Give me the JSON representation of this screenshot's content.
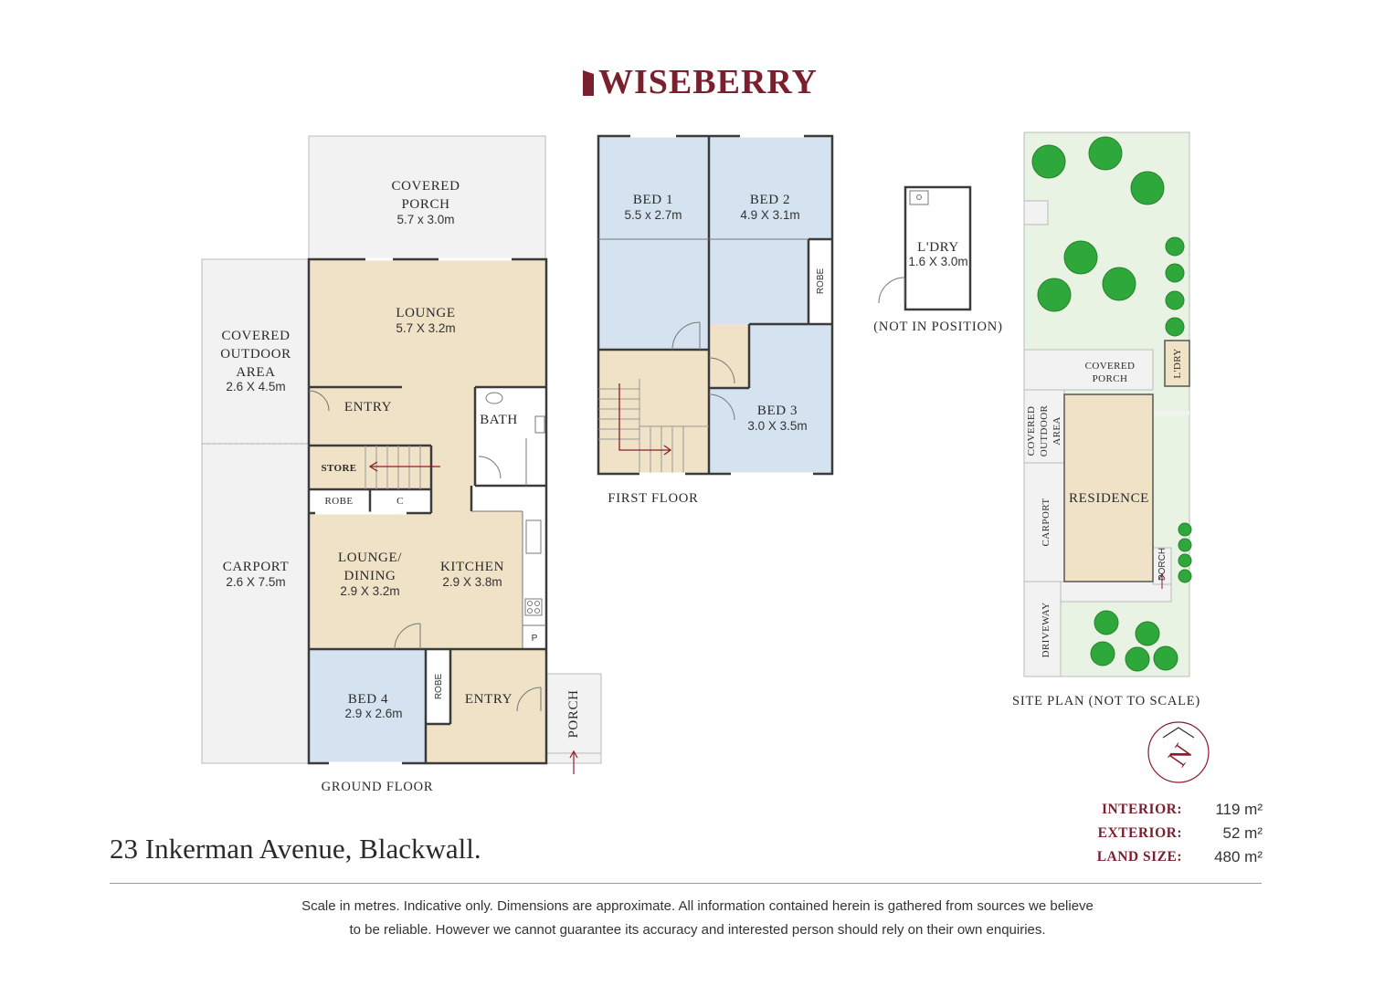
{
  "brand": {
    "name": "WISEBERRY",
    "color": "#7a1f2e"
  },
  "colors": {
    "room_tan": "#efe2c6",
    "room_blue": "#d5e3f0",
    "exterior_grey": "#f2f2f2",
    "site_green": "#e9f3e3",
    "tree_green": "#2fa83b",
    "accent_red": "#8b1c2c"
  },
  "ground_floor": {
    "caption": "GROUND FLOOR",
    "covered_porch": {
      "name": "COVERED",
      "name2": "PORCH",
      "dim": "5.7 x 3.0m"
    },
    "covered_outdoor": {
      "name": "COVERED",
      "name2": "OUTDOOR",
      "name3": "AREA",
      "dim": "2.6 X 4.5m"
    },
    "carport": {
      "name": "CARPORT",
      "dim": "2.6 X 7.5m"
    },
    "lounge": {
      "name": "LOUNGE",
      "dim": "5.7 X 3.2m"
    },
    "entry_top": "ENTRY",
    "bath": "BATH",
    "store": "STORE",
    "robe": "ROBE",
    "c": "C",
    "lounge_dining": {
      "name": "LOUNGE/",
      "name2": "DINING",
      "dim": "2.9 X 3.2m"
    },
    "kitchen": {
      "name": "KITCHEN",
      "dim": "2.9 X 3.8m"
    },
    "pantry": "P",
    "bed4": {
      "name": "BED 4",
      "dim": "2.9 x 2.6m"
    },
    "bed4_robe": "ROBE",
    "entry_bottom": "ENTRY",
    "porch": "PORCH"
  },
  "first_floor": {
    "caption": "FIRST FLOOR",
    "bed1": {
      "name": "BED 1",
      "dim": "5.5 x 2.7m"
    },
    "bed2": {
      "name": "BED 2",
      "dim": "4.9 X 3.1m"
    },
    "robe": "ROBE",
    "bed3": {
      "name": "BED 3",
      "dim": "3.0 X 3.5m"
    }
  },
  "laundry": {
    "name": "L'DRY",
    "dim": "1.6 X 3.0m",
    "note": "(NOT IN POSITION)"
  },
  "site_plan": {
    "caption": "SITE PLAN (NOT TO SCALE)",
    "covered_porch": "COVERED",
    "covered_porch2": "PORCH",
    "ldry": "L'DRY",
    "covered_outdoor": "COVERED",
    "covered_outdoor2": "OUTDOOR",
    "covered_outdoor3": "AREA",
    "residence": "RESIDENCE",
    "carport": "CARPORT",
    "porch": "PORCH",
    "driveway": "DRIVEWAY"
  },
  "compass": {
    "label": "N"
  },
  "areas": [
    {
      "label": "INTERIOR:",
      "value": "119 m²"
    },
    {
      "label": "EXTERIOR:",
      "value": "52 m²"
    },
    {
      "label": "LAND SIZE:",
      "value": "480 m²"
    }
  ],
  "address": "23 Inkerman Avenue, Blackwall.",
  "disclaimer": [
    "Scale in metres. Indicative only. Dimensions are approximate. All information contained herein is gathered from sources we believe",
    "to be reliable. However we cannot guarantee its accuracy and interested person should rely on their own enquiries."
  ]
}
